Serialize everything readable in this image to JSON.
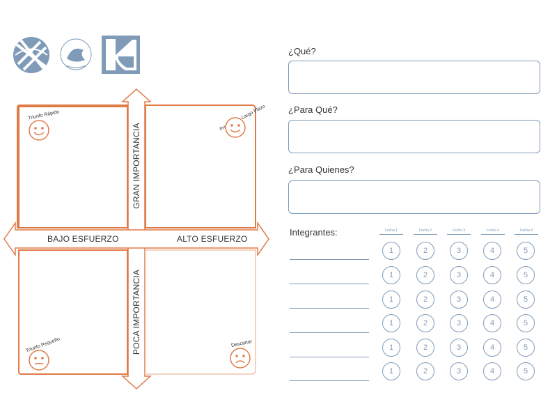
{
  "colors": {
    "accent": "#e07a47",
    "blue": "#7f9bb8"
  },
  "logos": [
    {
      "icon": "globe-icon"
    },
    {
      "icon": "fish-seal-icon"
    },
    {
      "icon": "k-square-icon"
    }
  ],
  "matrix": {
    "top_axis": "GRAN IMPORTANCIA",
    "bottom_axis": "POCA IMPORTANCIA",
    "left_axis": "BAJO ESFUERZO",
    "right_axis": "ALTO ESFUERZO",
    "quadrants": {
      "top_left": {
        "label": "Triunfo Rápido",
        "face": "happy-face-icon"
      },
      "top_right": {
        "label": "Proyecto a Largo Plazo",
        "face": "happy-face-icon"
      },
      "bottom_left": {
        "label": "Triunfo Pequeño",
        "face": "neutral-face-icon"
      },
      "bottom_right": {
        "label": "Descartar",
        "face": "sad-face-icon"
      }
    }
  },
  "questions": [
    {
      "label": "¿Qué?"
    },
    {
      "label": "¿Para Qué?"
    },
    {
      "label": "¿Para Quienes?"
    }
  ],
  "members": {
    "label": "Integrantes:",
    "dates": [
      "Fecha 1",
      "Fecha 2",
      "Fecha 3",
      "Fecha 4",
      "Fecha 4"
    ],
    "ratings": [
      "1",
      "2",
      "3",
      "4",
      "5"
    ]
  }
}
